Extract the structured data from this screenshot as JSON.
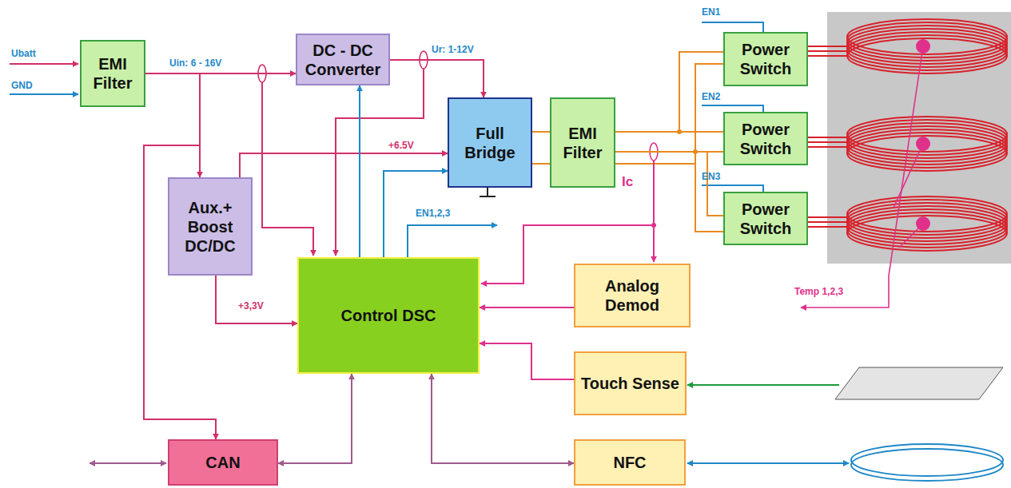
{
  "diagram": {
    "nodes": [
      {
        "text": [
          "EMI Filter"
        ]
      },
      {
        "text": [
          "DC - DC Converter"
        ]
      },
      {
        "text": [
          "Full Bridge"
        ]
      },
      {
        "text": [
          "EMI Filter"
        ]
      },
      {
        "text": [
          "Power Switch"
        ]
      },
      {
        "text": [
          "Power Switch"
        ]
      },
      {
        "text": [
          "Power Switch"
        ]
      },
      {
        "text": [
          "Aux.+ Boost DC/DC"
        ]
      },
      {
        "text": [
          "Control DSC"
        ]
      },
      {
        "text": [
          "Analog Demod"
        ]
      },
      {
        "text": [
          "Touch Sense"
        ]
      },
      {
        "text": [
          "CAN"
        ]
      },
      {
        "text": [
          "NFC"
        ]
      }
    ],
    "edges": [
      {
        "from": 0,
        "to": 1,
        "arrow": "to"
      },
      {
        "from": 0,
        "to": 7,
        "arrow": "to"
      },
      {
        "from": 0,
        "to": 11,
        "arrow": "to"
      },
      {
        "from": 1,
        "to": 2,
        "arrow": "to"
      },
      {
        "from": 7,
        "to": 2,
        "arrow": "to"
      },
      {
        "from": 7,
        "to": 8,
        "arrow": "to"
      },
      {
        "from": 8,
        "to": 1,
        "arrow": "to"
      },
      {
        "from": 8,
        "to": 2,
        "arrow": "to"
      },
      {
        "from": 2,
        "to": 3,
        "arrow": "none"
      },
      {
        "from": 3,
        "to": 4,
        "arrow": "none"
      },
      {
        "from": 3,
        "to": 5,
        "arrow": "none"
      },
      {
        "from": 3,
        "to": 6,
        "arrow": "none"
      },
      {
        "from": 9,
        "to": 8,
        "arrow": "to"
      },
      {
        "from": 10,
        "to": 8,
        "arrow": "to"
      },
      {
        "from": 11,
        "to": 8,
        "arrow": "both"
      },
      {
        "from": 12,
        "to": 8,
        "arrow": "both"
      }
    ],
    "labels": [
      "Ubatt",
      "GND",
      "Uin: 6 - 16V",
      "Ur: 1-12V",
      "+6.5V",
      "+3,3V",
      "EN1,2,3",
      "Ic",
      "EN1",
      "EN2",
      "EN3",
      "Temp 1,2,3"
    ]
  }
}
